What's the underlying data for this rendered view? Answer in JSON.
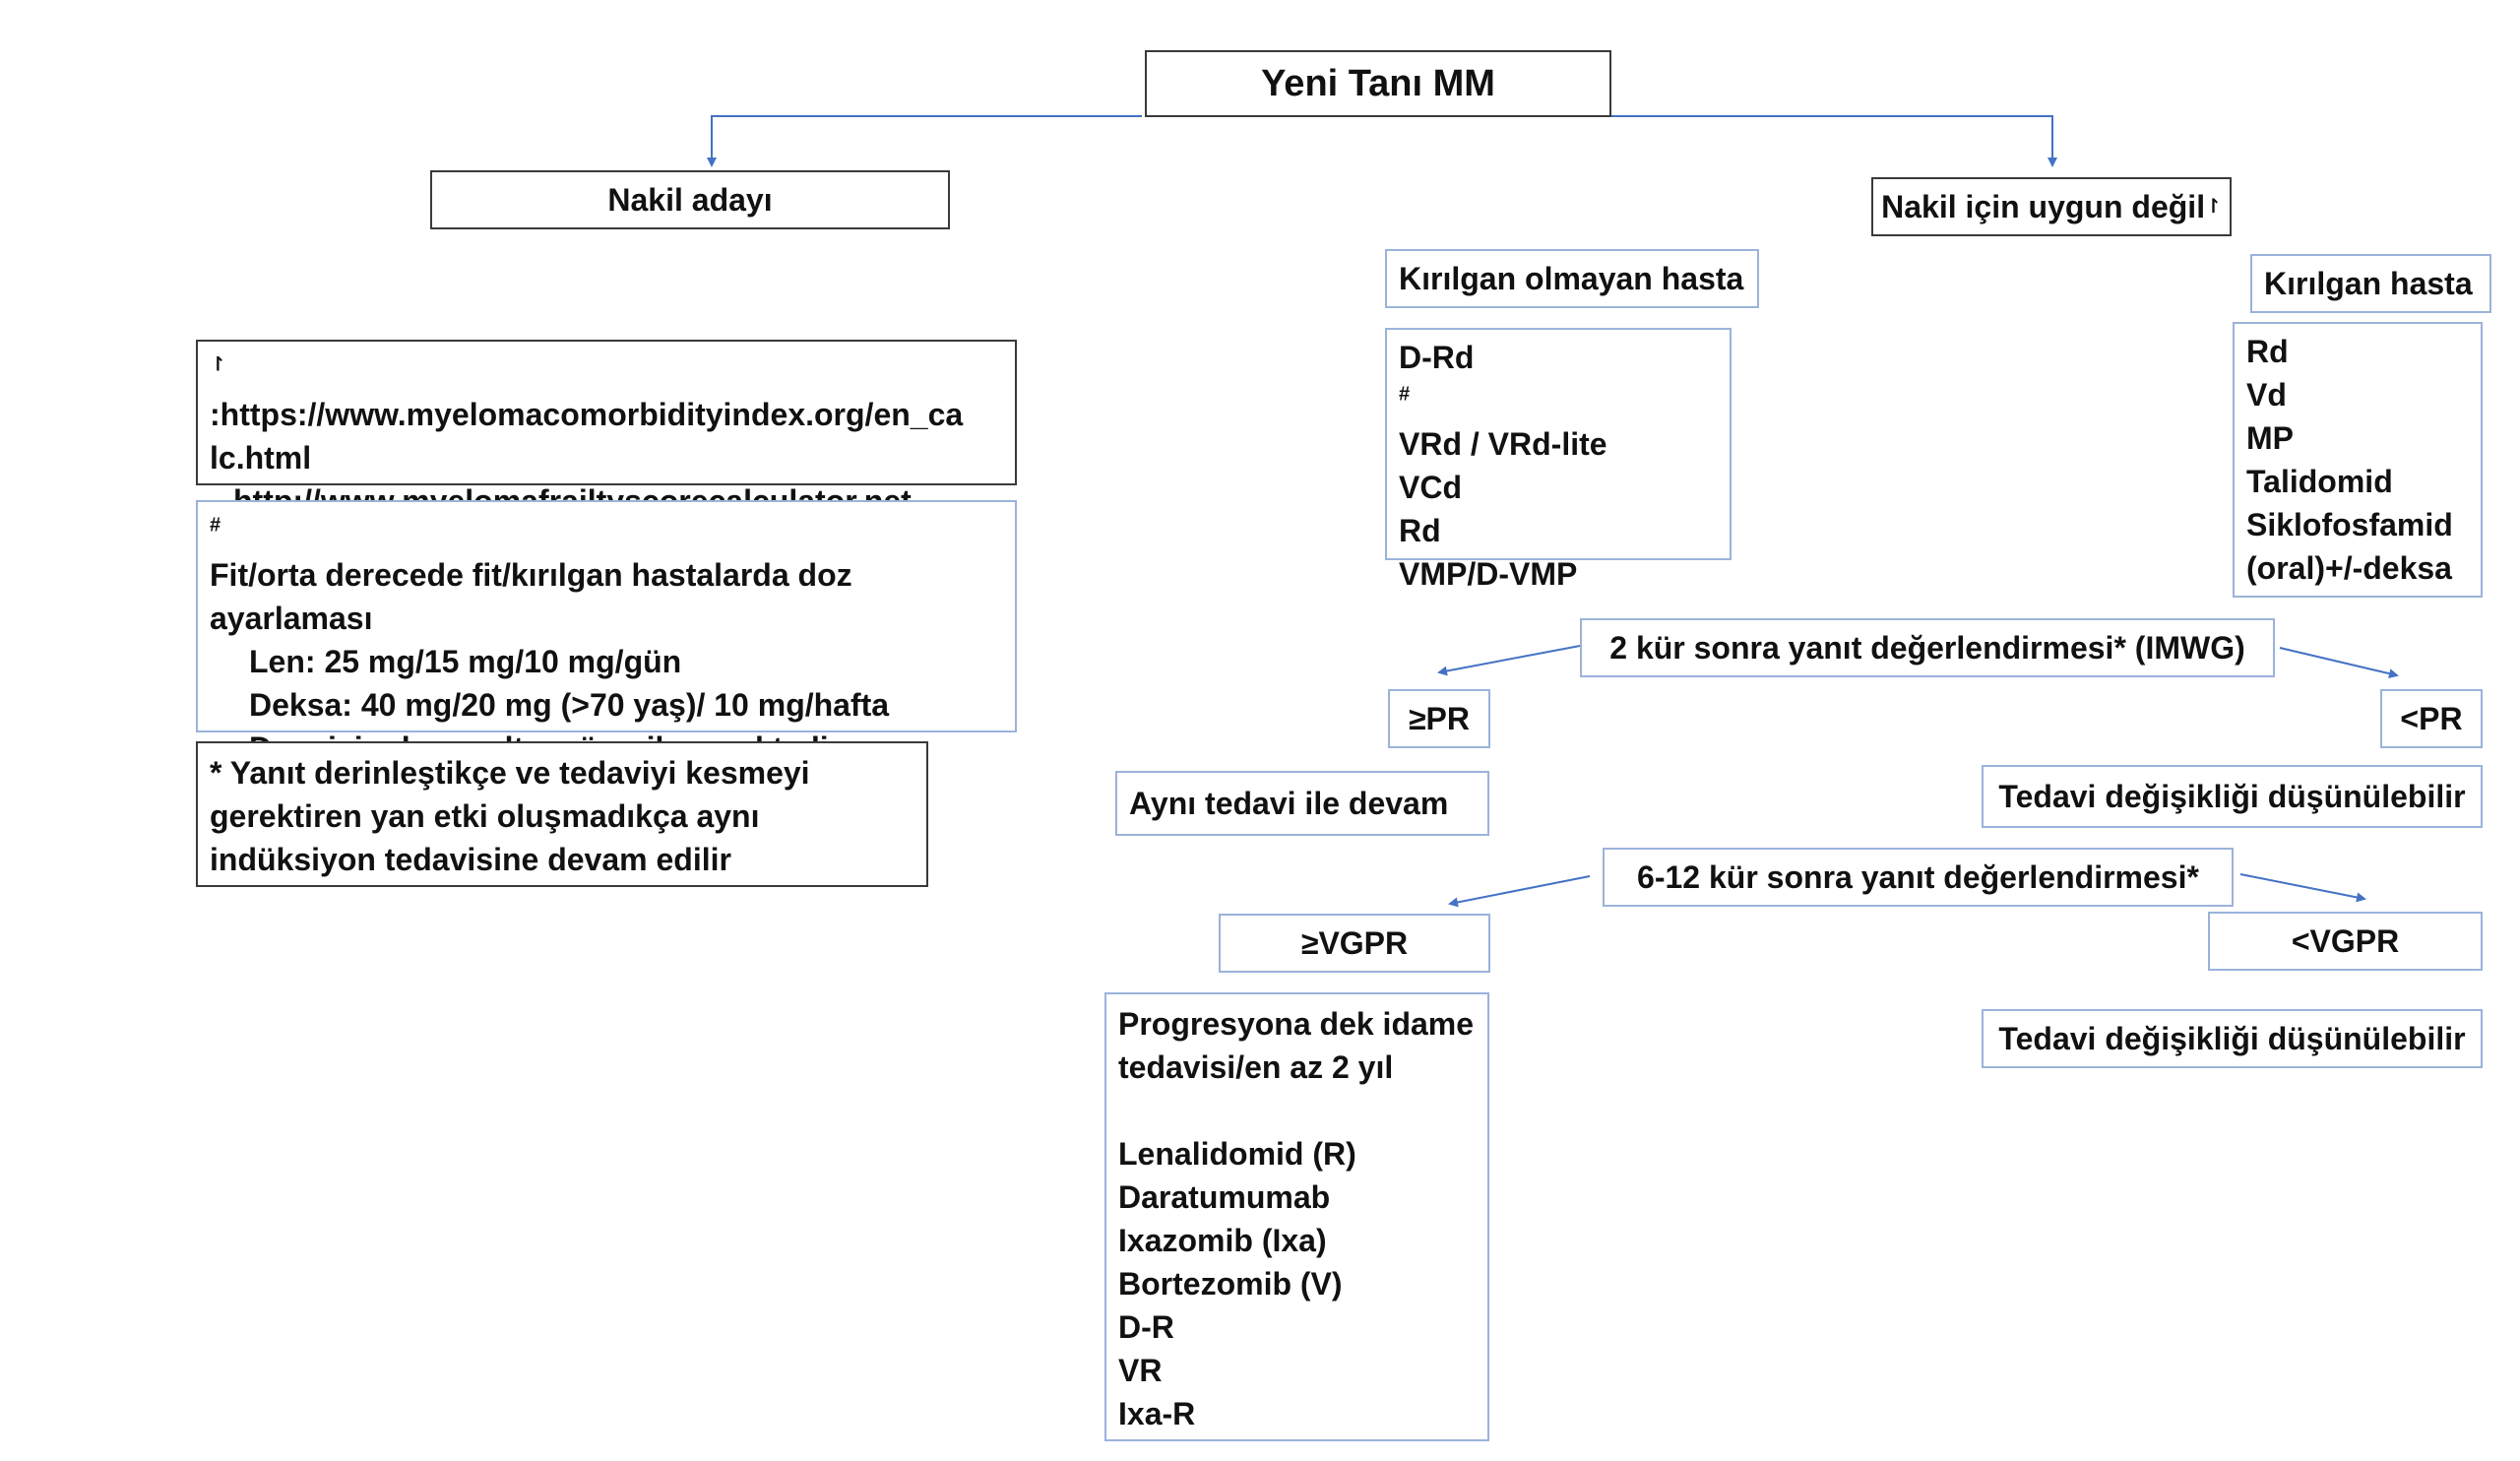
{
  "root": "Yeni Tanı MM",
  "left_branch": "Nakil adayı",
  "right_branch": "Nakil için uygun değil",
  "right_branch_mark": "↾",
  "not_frail": {
    "title": "Kırılgan olmayan hasta",
    "regimens": [
      "D-Rd",
      "VRd / VRd-lite",
      "VCd",
      "Rd",
      "VMP/D-VMP"
    ],
    "first_mark": "#"
  },
  "frail": {
    "title": "Kırılgan hasta",
    "regimens": [
      "Rd",
      "Vd",
      "MP",
      "Talidomid",
      "Siklofosfamid",
      "(oral)+/-deksa"
    ]
  },
  "note_links": {
    "mark": "↾",
    "lines": [
      ":https://www.myelomacomorbidityindex.org/en_ca",
      "lc.html",
      "http://www.myelomafrailtyscorecalculator.net"
    ]
  },
  "note_dose": {
    "mark": "#",
    "lines": [
      " Fit/orta derecede fit/kırılgan hastalarda doz",
      "ayarlaması",
      "Len: 25 mg/15 mg/10 mg/gün",
      "Deksa: 40 mg/20 mg (>70 yaş)/ 10 mg/hafta",
      "Dara için doz azaltımı önerilmemektedir"
    ]
  },
  "note_response": {
    "lines": [
      "* Yanıt derinleştikçe ve tedaviyi kesmeyi",
      "gerektiren yan etki oluşmadıkça aynı",
      "indüksiyon tedavisine devam edilir"
    ]
  },
  "eval2": "2 kür sonra yanıt değerlendirmesi* (IMWG)",
  "ge_pr": "≥PR",
  "lt_pr": "<PR",
  "same_treatment": "Aynı tedavi ile devam",
  "change_treatment_1": "Tedavi değişikliği düşünülebilir",
  "eval612": "6-12 kür sonra yanıt değerlendirmesi*",
  "ge_vgpr": "≥VGPR",
  "lt_vgpr": "<VGPR",
  "change_treatment_2": "Tedavi değişikliği düşünülebilir",
  "maintenance": {
    "heading": [
      "Progresyona dek idame",
      "tedavisi/en az 2 yıl"
    ],
    "drugs": [
      "Lenalidomid (R)",
      "Daratumumab",
      "Ixazomib (Ixa)",
      "Bortezomib (V)",
      "D-R",
      "VR",
      "Ixa-R"
    ]
  },
  "colors": {
    "connector": "#4472c4",
    "black_border": "#3a3a3a",
    "blue_border": "#9bb3da"
  }
}
